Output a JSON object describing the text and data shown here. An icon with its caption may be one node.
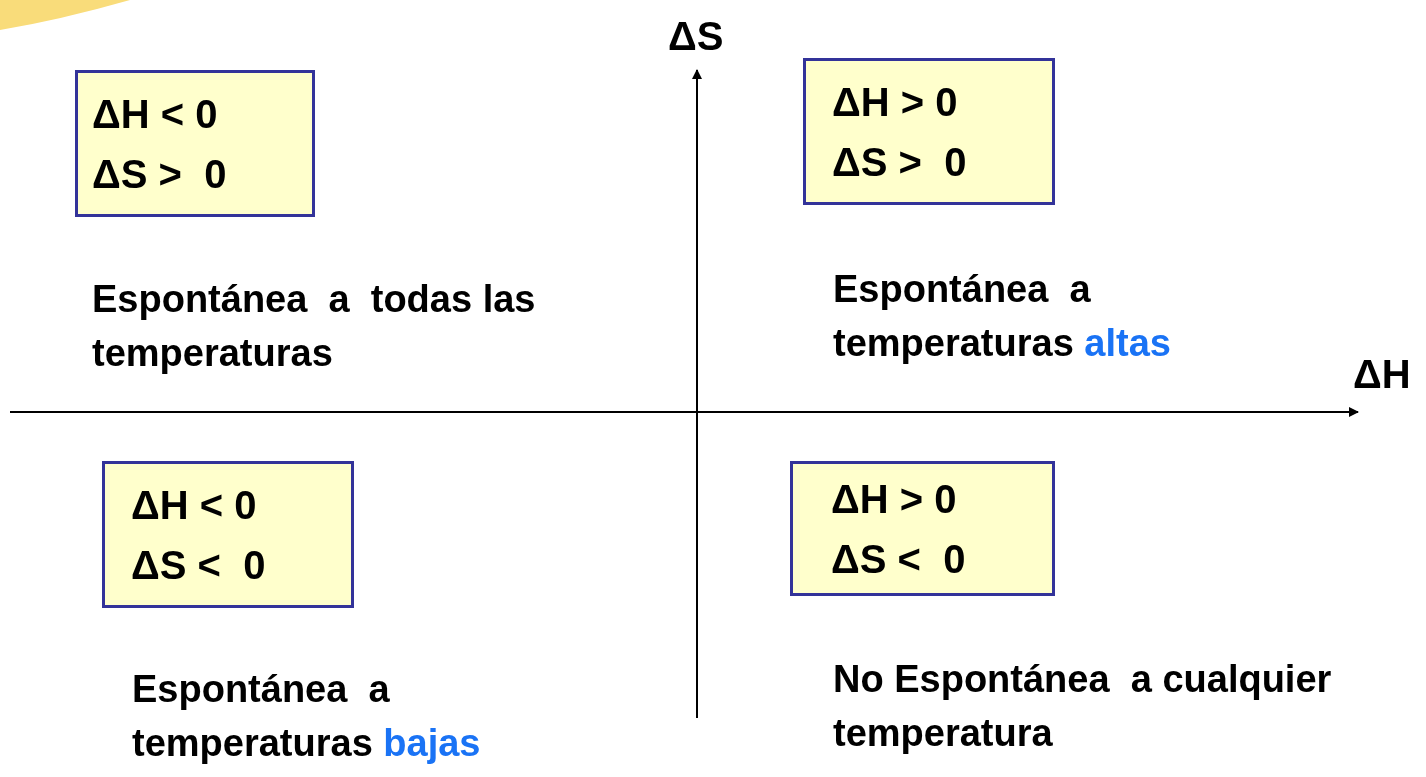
{
  "diagram": {
    "nodes": [
      {
        "text": [
          "ΔH < 0",
          "ΔS >  0"
        ]
      },
      {
        "text": [
          "ΔH > 0",
          "ΔS >  0"
        ]
      },
      {
        "text": [
          "ΔH < 0",
          "ΔS <  0"
        ]
      },
      {
        "text": [
          "ΔH > 0",
          "ΔS <  0"
        ]
      }
    ],
    "labels": [
      "ΔS",
      "Espontánea  a  todas las temperaturas",
      "Espontánea  a temperaturas",
      "altas",
      "ΔH",
      "Espontánea  a temperaturas",
      "bajas",
      "No Espontánea  a cualquier temperatura"
    ]
  }
}
